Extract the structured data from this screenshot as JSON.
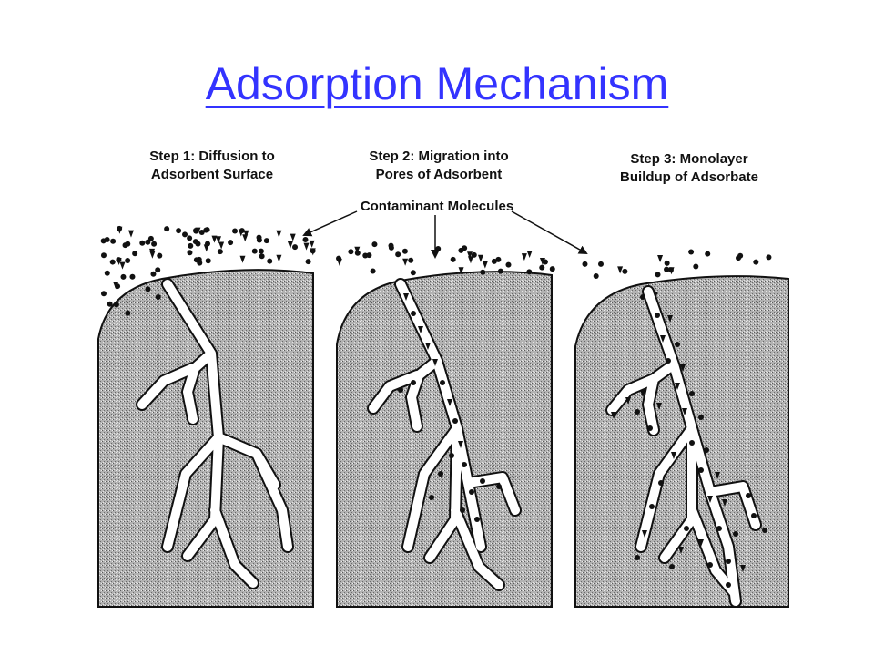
{
  "title": "Adsorption Mechanism",
  "steps": [
    {
      "line1": "Step 1: Diffusion to",
      "line2": "Adsorbent Surface"
    },
    {
      "line1": "Step 2: Migration into",
      "line2": "Pores of Adsorbent"
    },
    {
      "line1": "Step 3: Monolayer",
      "line2": "Buildup of Adsorbate"
    }
  ],
  "callout": "Contaminant Molecules",
  "colors": {
    "title": "#3333ff",
    "adsorbent_fill": "#a8a8a8",
    "pore_fill": "#ffffff",
    "molecule": "#111111"
  }
}
